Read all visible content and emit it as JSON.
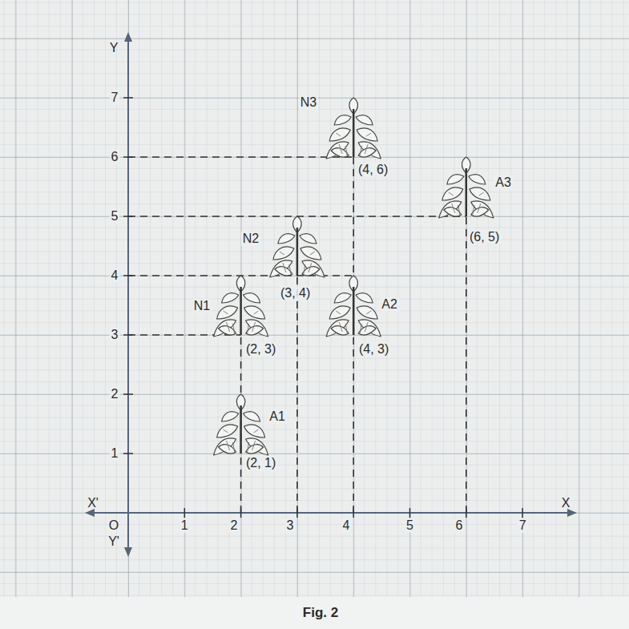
{
  "diagram": {
    "caption": "Fig. 2",
    "labels": [
      "Y",
      "X'",
      "O",
      "X",
      "Y'",
      "1",
      "2",
      "3",
      "4",
      "5",
      "6",
      "7",
      "1",
      "2",
      "3",
      "4",
      "5",
      "6",
      "7",
      "N3",
      "(4, 6)",
      "A3",
      "(6, 5)",
      "N2",
      "(3, 4)",
      "N1",
      "(2, 3)",
      "A2",
      "(4, 3)",
      "A1",
      "(2, 1)"
    ]
  }
}
